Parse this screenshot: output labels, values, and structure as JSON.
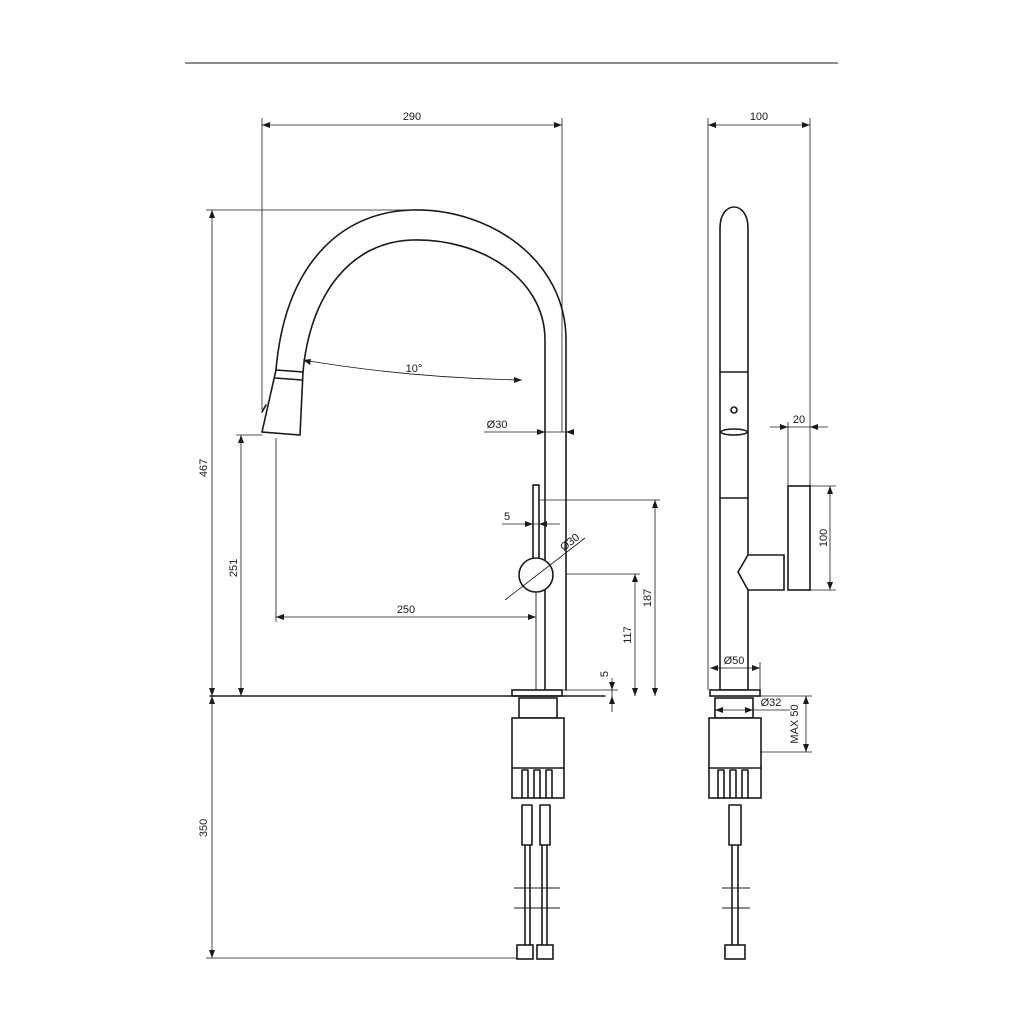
{
  "dimensions": {
    "overall_width": "290",
    "overall_height": "467",
    "spout_clearance": "251",
    "spout_reach": "250",
    "swivel_angle": "10°",
    "spout_diameter": "Ø30",
    "lever_thickness": "5",
    "lever_hub_diameter": "Ø30",
    "lever_height": "187",
    "hub_height": "117",
    "base_ring": "5",
    "below_deck": "350",
    "side_depth": "100",
    "handle_offset": "20",
    "handle_length": "100",
    "base_diameter": "Ø50",
    "hole_diameter": "Ø32",
    "max_deck_thickness": "MAX 50"
  }
}
